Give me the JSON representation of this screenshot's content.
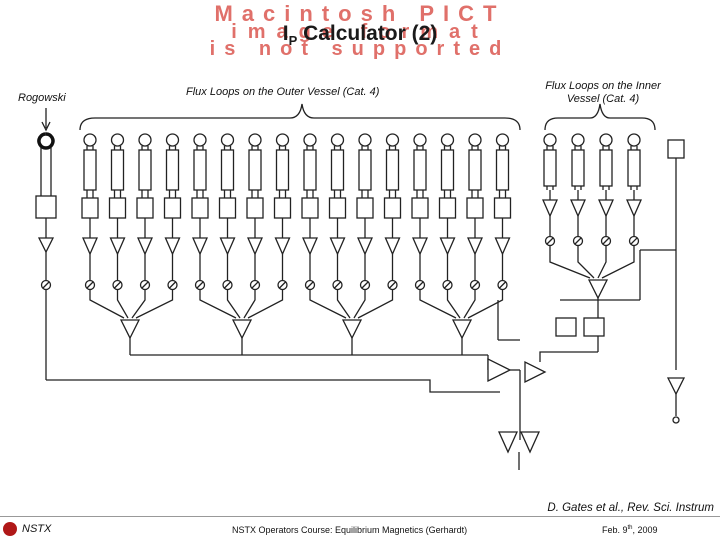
{
  "slide": {
    "title_main": "I",
    "title_sub": "P",
    "title_rest": " Calculator (2)",
    "banner_line1": "Macintosh PICT",
    "banner_line2": "image format",
    "banner_line3": "is not supported"
  },
  "labels": {
    "rogowski": "Rogowski",
    "outer_loops": "Flux Loops on the Outer Vessel (Cat. 4)",
    "inner_loops": "Flux Loops on the Inner Vessel (Cat. 4)"
  },
  "citation": "D. Gates et al., Rev. Sci. Instrum",
  "footer": {
    "left": "NSTX",
    "center": "NSTX Operators Course: Equilibrium Magnetics (Gerhardt)",
    "right_prefix": "Feb. 9",
    "right_sup": "th",
    "right_suffix": ", 2009"
  },
  "colors": {
    "banner": "#e0706a",
    "logo": "#b01818"
  }
}
